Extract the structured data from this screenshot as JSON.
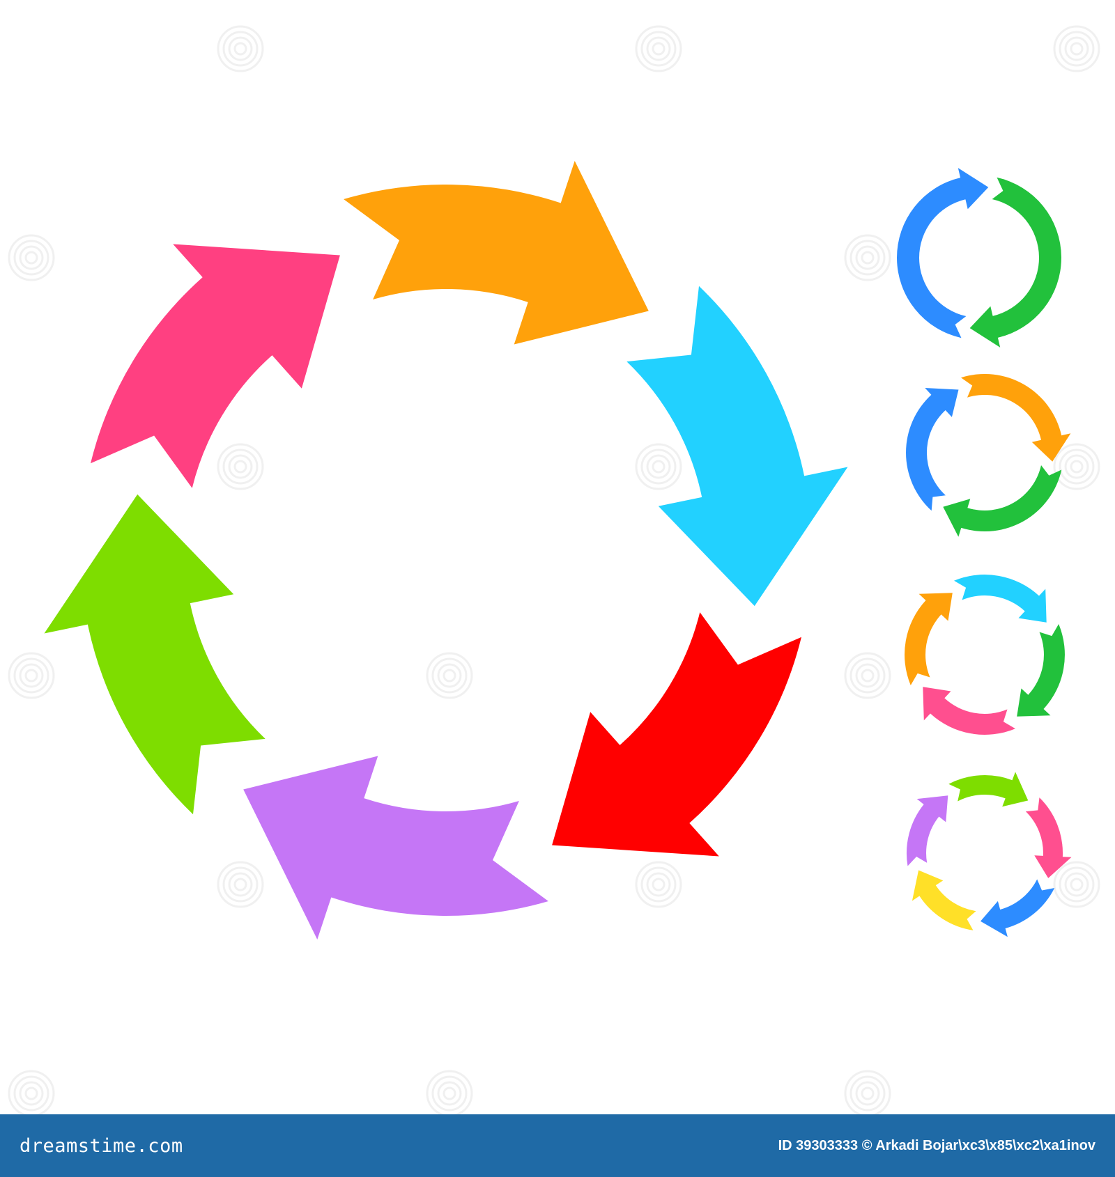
{
  "image": {
    "subject": "circular arrow cycle icons",
    "large_cycle": {
      "arrow_count": 6,
      "colors": [
        "#FFA10B",
        "#22D1FF",
        "#FF0000",
        "#C576F6",
        "#7EDD00",
        "#FF4081"
      ]
    },
    "small_cycles": [
      {
        "arrow_count": 2,
        "colors": [
          "#22C13C",
          "#2D8CFF"
        ]
      },
      {
        "arrow_count": 3,
        "colors": [
          "#FFA10B",
          "#22C13C",
          "#2D8CFF"
        ]
      },
      {
        "arrow_count": 4,
        "colors": [
          "#22D1FF",
          "#22C13C",
          "#FF4F8F",
          "#FFA10B"
        ]
      },
      {
        "arrow_count": 5,
        "colors": [
          "#7EDD00",
          "#FF4F8F",
          "#2D8CFF",
          "#FFE028",
          "#C576F6"
        ]
      }
    ]
  },
  "footer": {
    "brand": "dreamstime.com",
    "credit": "ID 39303333 © Arkadi Bojar\\xc3\\x85\\xc2\\xa1inov",
    "background": "#1F6AA6"
  }
}
